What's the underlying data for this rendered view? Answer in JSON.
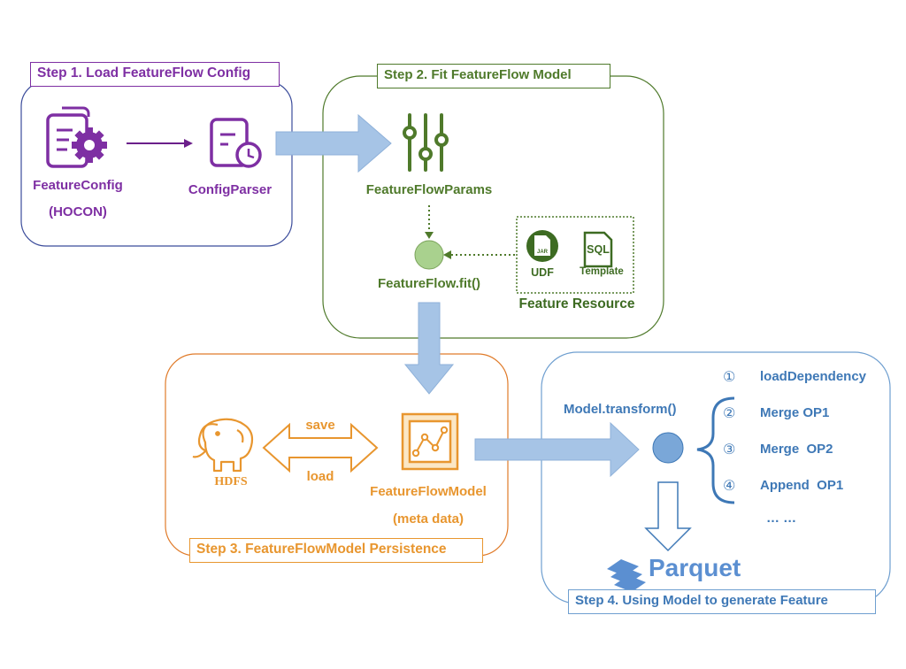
{
  "colors": {
    "purple": "#7e2fa3",
    "green": "#4f7a2b",
    "orange": "#e8962f",
    "blue": "#3e78b6",
    "arrow_fill": "#a6c4e6",
    "node_green": "#a9d18e",
    "node_blue": "#7aa7d8"
  },
  "step1": {
    "title": "Step 1. Load FeatureFlow Config",
    "feature_config": "FeatureConfig",
    "hocon": "(HOCON)",
    "config_parser": "ConfigParser"
  },
  "step2": {
    "title": "Step 2. Fit FeatureFlow Model",
    "params": "FeatureFlowParams",
    "fit": "FeatureFlow.fit()",
    "resource": "Feature Resource",
    "jar": "JAR",
    "udf": "UDF",
    "sql": "SQL",
    "template": "Template"
  },
  "step3": {
    "title": "Step 3. FeatureFlowModel Persistence",
    "hdfs": "HDFS",
    "save": "save",
    "load": "load",
    "model": "FeatureFlowModel",
    "meta": "(meta data)"
  },
  "step4": {
    "title": "Step 4. Using Model to generate Feature",
    "transform": "Model.transform()",
    "ops": [
      {
        "num": "①",
        "label": "loadDependency"
      },
      {
        "num": "②",
        "label": "Merge OP1"
      },
      {
        "num": "③",
        "label": "Merge  OP2"
      },
      {
        "num": "④",
        "label": "Append  OP1"
      }
    ],
    "ellipsis": "… …",
    "parquet": "Parquet"
  }
}
